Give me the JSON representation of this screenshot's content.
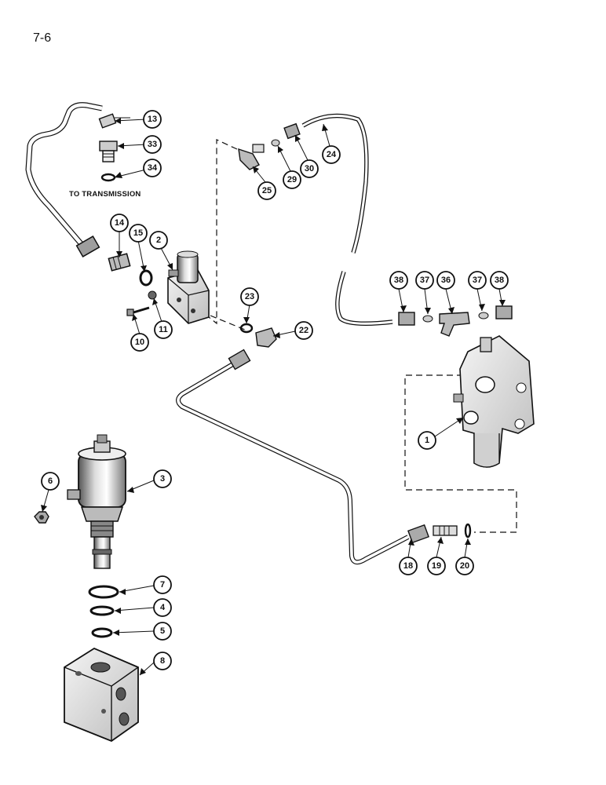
{
  "page": {
    "number": "7-6"
  },
  "note": "TO TRANSMISSION",
  "callouts": [
    "13",
    "33",
    "34",
    "14",
    "15",
    "2",
    "11",
    "10",
    "23",
    "22",
    "25",
    "29",
    "30",
    "24",
    "38",
    "37",
    "36",
    "37",
    "38",
    "1",
    "6",
    "3",
    "7",
    "4",
    "5",
    "8",
    "18",
    "19",
    "20"
  ]
}
